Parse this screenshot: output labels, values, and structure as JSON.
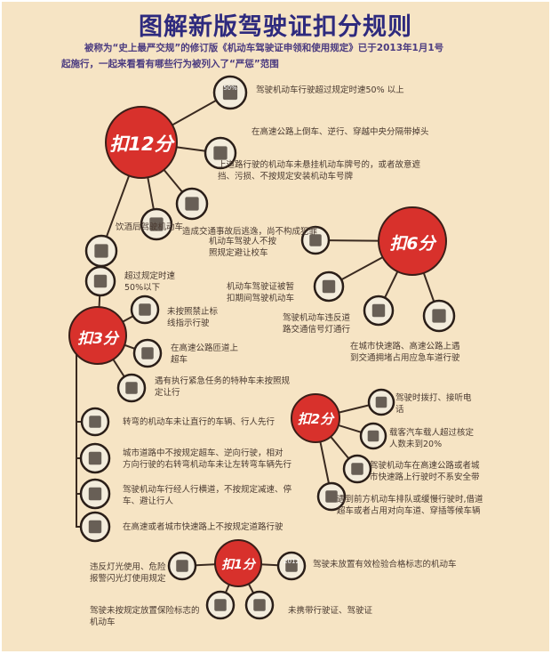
{
  "title": "图解新版驾驶证扣分规则",
  "subtitle": [
    "被称为“史上最严交规”的修订版《机动车驾驶证申领和使用规定》已于2013年1月1号",
    "起施行，一起来看看有哪些行为被列入了“严惩”范围"
  ],
  "colors": {
    "background": "#f6e4c4",
    "hub": "#d8312c",
    "title": "#2e2a7e"
  },
  "groups": [
    {
      "label": "扣12分",
      "items": [
        {
          "icon": "speedometer-50-icon",
          "icon_text": "50%",
          "text": "驾驶机动车行驶超过规定时速50% 以上"
        },
        {
          "icon": "wrong-way-icon",
          "text": "在高速公路上倒车、逆行、穿越中央分隔带掉头"
        },
        {
          "icon": "license-plate-question-icon",
          "text": "上道路行驶的机动车未悬挂机动车牌号的，或者故意遮\n挡、污损、不按规定安装机动车号牌"
        },
        {
          "icon": "hit-and-run-icon",
          "text": "造成交通事故后逃逸，尚不构成犯罪"
        },
        {
          "icon": "bottle-icon",
          "text": "饮酒后驾驶机动车"
        }
      ]
    },
    {
      "label": "扣6分",
      "items": [
        {
          "icon": "school-bus-icon",
          "text": "机动车驾驶人不按\n照规定避让校车"
        },
        {
          "icon": "suspended-license-car-icon",
          "text": "机动车驾驶证被暂\n扣期间驾驶机动车"
        },
        {
          "icon": "traffic-signal-icon",
          "text": "驾驶机动车违反道\n路交通信号灯通行"
        },
        {
          "icon": "emergency-lane-icon",
          "text": "在城市快速路、高速公路上遇\n到交通拥堵占用应急车道行驶"
        }
      ]
    },
    {
      "label": "扣3分",
      "items": [
        {
          "icon": "speedometer-icon",
          "text": "超过规定时速\n50%以下"
        },
        {
          "icon": "prohibited-line-icon",
          "text": "未按照禁止标\n线指示行驶"
        },
        {
          "icon": "ramp-overtake-icon",
          "text": "在高速公路匝道上\n超车"
        },
        {
          "icon": "emergency-vehicle-icon",
          "text": "遇有执行紧急任务的特种车未按照规\n定让行"
        },
        {
          "icon": "turning-pedestrian-icon",
          "text": "转弯的机动车未让直行的车辆、行人先行"
        },
        {
          "icon": "reverse-driving-icon",
          "text": "城市道路中不按规定超车、逆向行驶，相对\n方向行驶的右转弯机动车未让左转弯车辆先行"
        },
        {
          "icon": "crosswalk-icon",
          "text": "驾驶机动车行经人行横道，不按规定减速、停\n车、避让行人"
        },
        {
          "icon": "lane-change-icon",
          "text": "在高速或者城市快速路上不按规定道路行驶"
        }
      ]
    },
    {
      "label": "扣2分",
      "items": [
        {
          "icon": "mobile-phone-icon",
          "text": "驾驶时拨打、接听电\n话"
        },
        {
          "icon": "passengers-icon",
          "text": "载客汽车载人超过核定\n人数未到20%"
        },
        {
          "icon": "seatbelt-icon",
          "text": "驾驶机动车在高速公路或者城\n市快速路上行驶时不系安全带"
        },
        {
          "icon": "queue-jump-icon",
          "text": "遇到前方机动车排队或缓慢行驶时,借道\n超车或者占用对向车道、穿插等候车辆"
        }
      ]
    },
    {
      "label": "扣1分",
      "items": [
        {
          "icon": "headlights-icon",
          "text": "违反灯光使用、危险\n报警闪光灯使用规定"
        },
        {
          "icon": "inspection-sticker-icon",
          "icon_text": "2012",
          "text": "驾驶未放置有效检验合格标志的机动车"
        },
        {
          "icon": "insurance-sign-icon",
          "text": "驾驶未按规定放置保险标志的\n机动车"
        },
        {
          "icon": "license-card-icon",
          "text": "未携带行驶证、驾驶证"
        }
      ]
    }
  ]
}
